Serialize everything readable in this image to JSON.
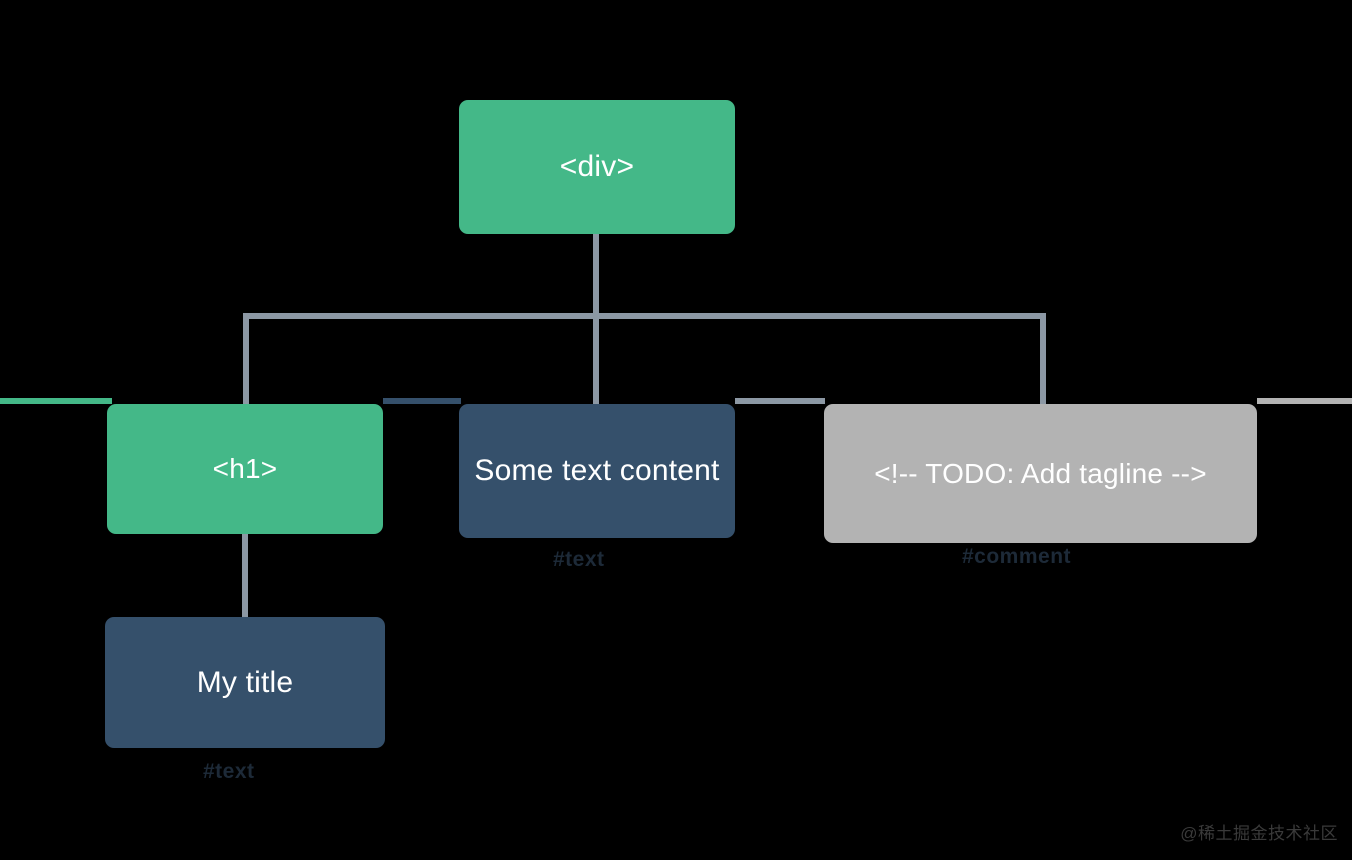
{
  "diagram": {
    "title": "DOM tree diagram",
    "background_color": "#000000",
    "connector_color": "#8c98a4",
    "colors": {
      "element_node": "#44b888",
      "text_node": "#35506b",
      "comment_node": "#b3b3b3",
      "node_text": "#ffffff",
      "type_label": "#1d2a38"
    },
    "nodes": [
      {
        "id": "div",
        "label": "<div>",
        "kind": "element",
        "type_label": "",
        "font_size": 30
      },
      {
        "id": "h1",
        "label": "<h1>",
        "kind": "element",
        "type_label": "",
        "font_size": 28
      },
      {
        "id": "some-text",
        "label": "Some text content",
        "kind": "text",
        "type_label": "#text",
        "font_size": 30
      },
      {
        "id": "comment",
        "label": "<!-- TODO: Add tagline  -->",
        "kind": "comment",
        "type_label": "#comment",
        "font_size": 28
      },
      {
        "id": "my-title",
        "label": "My title",
        "kind": "text",
        "type_label": "#text",
        "font_size": 30
      }
    ],
    "edges": [
      {
        "from": "div",
        "to": "h1"
      },
      {
        "from": "div",
        "to": "some-text"
      },
      {
        "from": "div",
        "to": "comment"
      },
      {
        "from": "h1",
        "to": "my-title"
      }
    ]
  },
  "watermark": {
    "text": "@稀土掘金技术社区"
  }
}
